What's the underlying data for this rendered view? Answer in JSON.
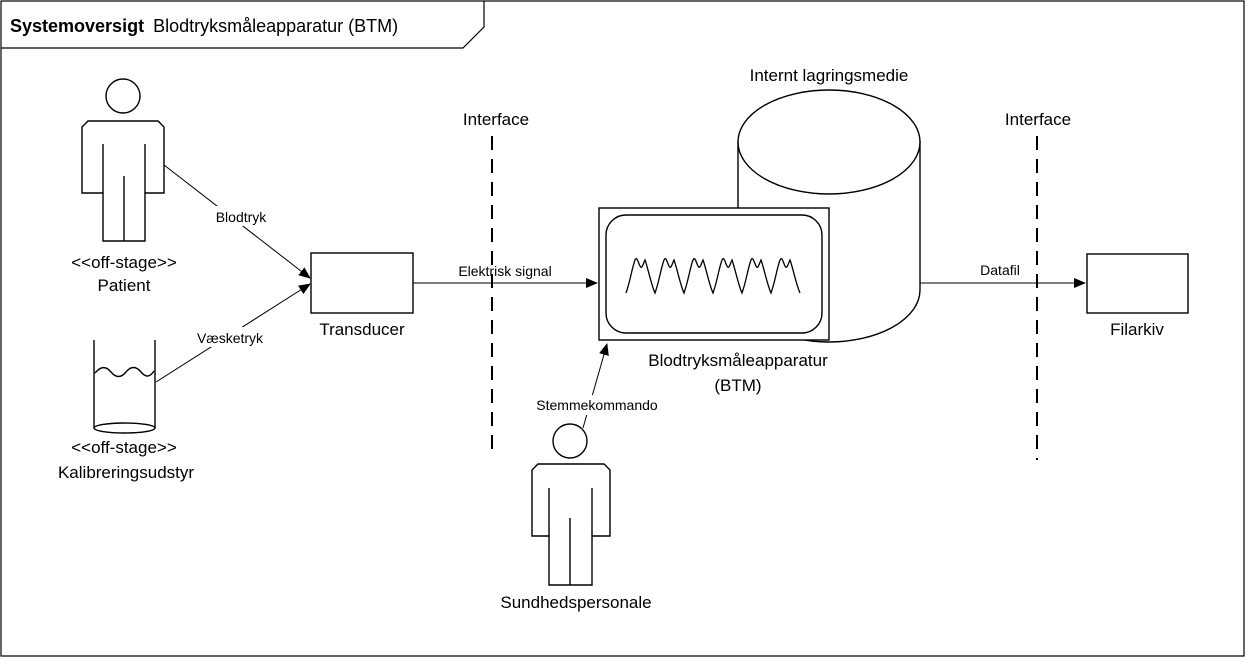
{
  "frame": {
    "title_bold": "Systemoversigt",
    "title_rest": "Blodtryksmåleapparatur (BTM)"
  },
  "actors": {
    "patient": {
      "stereotype": "<<off-stage>>",
      "name": "Patient"
    },
    "calibration": {
      "stereotype": "<<off-stage>>",
      "name": "Kalibreringsudstyr"
    },
    "staff": {
      "name": "Sundhedspersonale"
    }
  },
  "blocks": {
    "transducer": "Transducer",
    "btm_line1": "Blodtryksmåleapparatur",
    "btm_line2": "(BTM)",
    "storage": "Internt lagringsmedie",
    "archive": "Filarkiv"
  },
  "interfaces": {
    "left": "Interface",
    "right": "Interface"
  },
  "connections": {
    "blodtryk": "Blodtryk",
    "vaesketryk": "Væsketryk",
    "elektrisk": "Elektrisk signal",
    "stemme": "Stemmekommando",
    "datafil": "Datafil"
  }
}
